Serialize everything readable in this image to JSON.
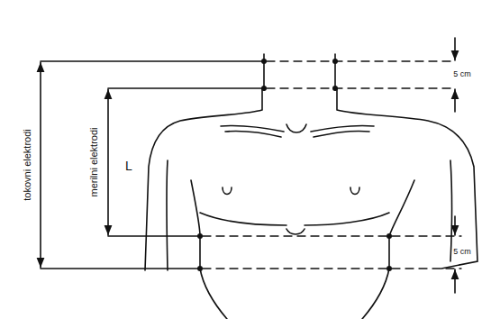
{
  "diagram": {
    "labels": [
      "tokovni elektrodi",
      "merilni elektrodi",
      "L",
      "5 cm",
      "5 cm"
    ]
  }
}
